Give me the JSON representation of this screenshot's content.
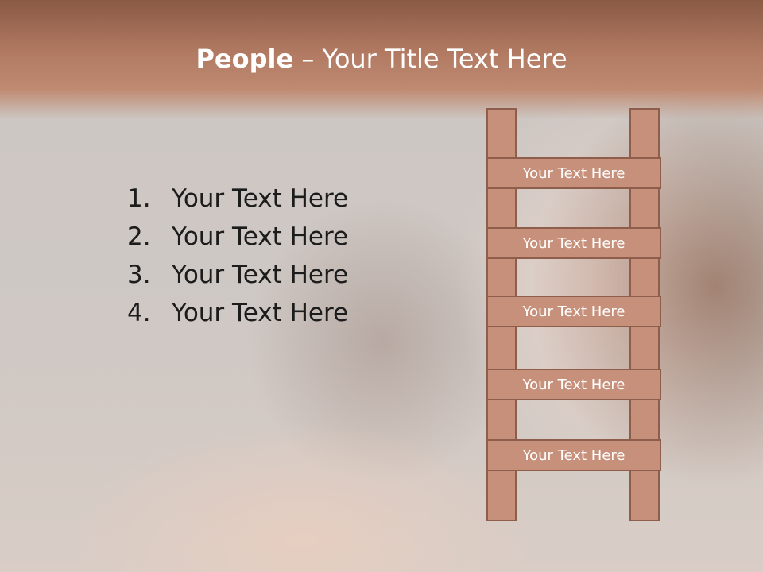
{
  "slide": {
    "title_strong": "People",
    "title_rest": " – Your Title Text Here",
    "list_items": [
      {
        "num": "1.",
        "text": "Your Text Here"
      },
      {
        "num": "2.",
        "text": "Your Text Here"
      },
      {
        "num": "3.",
        "text": "Your Text Here"
      },
      {
        "num": "4.",
        "text": "Your Text Here"
      }
    ],
    "ladder_rungs": [
      "Your Text Here",
      "Your Text Here",
      "Your Text Here",
      "Your Text Here",
      "Your Text Here"
    ]
  },
  "colors": {
    "title_band": "#b27a62",
    "ladder_fill": "#c7907b",
    "ladder_border": "#8f5d4b"
  }
}
